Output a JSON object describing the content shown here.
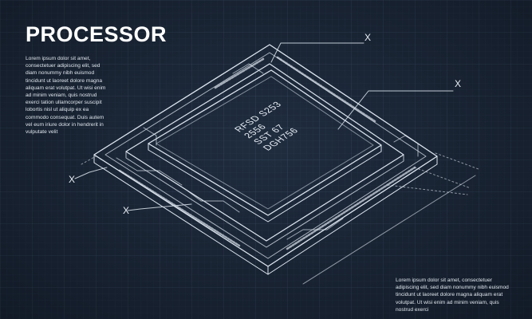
{
  "title": "PROCESSOR",
  "description_left": "Lorem ipsum dolor sit amet, consectetuer adipiscing elit, sed diam nonummy nibh euismod tincidunt ut laoreet dolore magna aliquam erat volutpat. Ut wisi enim ad minim veniam, quis nostrud exerci tation ullamcorper suscipit lobortis nisl ut aliquip ex ea commodo consequat. Duis autem vel eum iriure dolor in hendrerit in vulputate velit",
  "description_right": "Lorem ipsum dolor sit amet, consectetuer adipiscing elit, sed diam nonummy nibh euismod tincidunt ut laoreet dolore magna aliquam erat volutpat. Ut wisi enim ad minim veniam, quis nostrud exerci",
  "chip_label": {
    "line1": "RFSD S253",
    "line2": "2556",
    "line3": "SST 67",
    "line4": "DGH756"
  },
  "callout_markers": {
    "top": "X",
    "right": "X",
    "left": "X",
    "bottom_left": "X"
  },
  "colors": {
    "background": "#1b2636",
    "line": "#dde6f0"
  }
}
